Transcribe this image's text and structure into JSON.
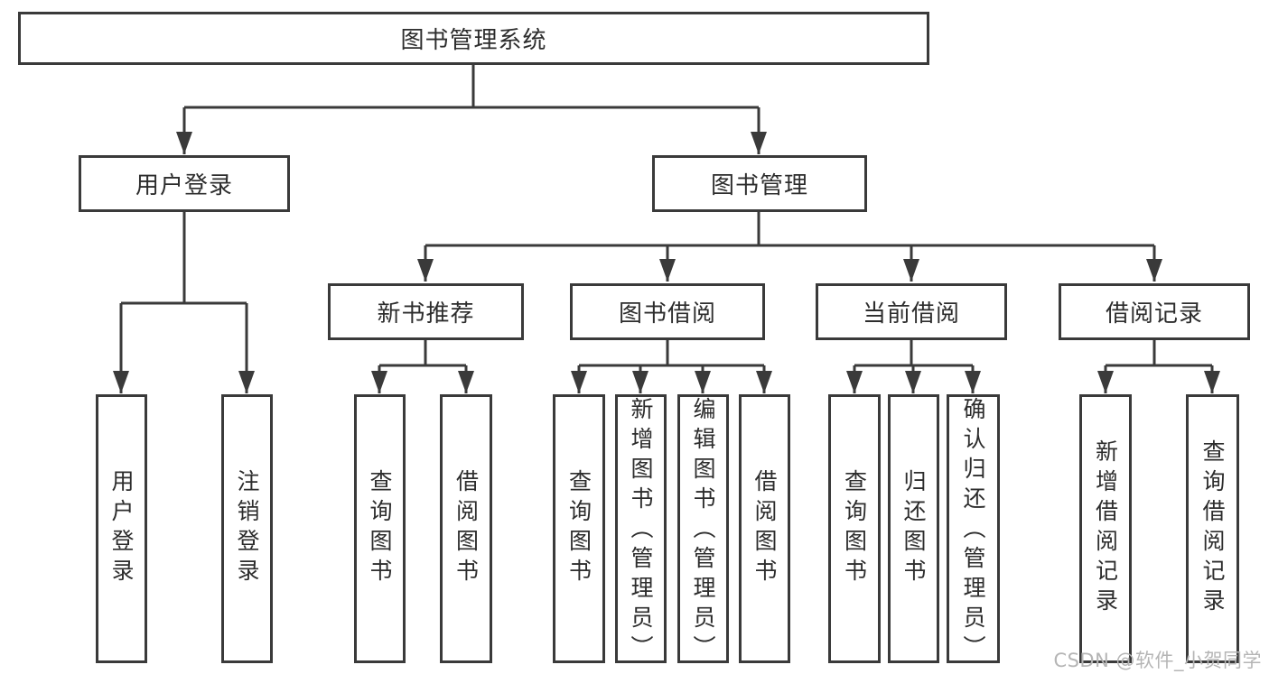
{
  "diagram": {
    "root": {
      "label": "图书管理系统"
    },
    "branches": [
      {
        "label": "用户登录",
        "leaves": [
          {
            "label": "用户登录"
          },
          {
            "label": "注销登录"
          }
        ]
      },
      {
        "label": "图书管理",
        "groups": [
          {
            "label": "新书推荐",
            "leaves": [
              {
                "label": "查询图书"
              },
              {
                "label": "借阅图书"
              }
            ]
          },
          {
            "label": "图书借阅",
            "leaves": [
              {
                "label": "查询图书"
              },
              {
                "label": "新增图书（管理员）"
              },
              {
                "label": "编辑图书（管理员）"
              },
              {
                "label": "借阅图书"
              }
            ]
          },
          {
            "label": "当前借阅",
            "leaves": [
              {
                "label": "查询图书"
              },
              {
                "label": "归还图书"
              },
              {
                "label": "确认归还（管理员）"
              }
            ]
          },
          {
            "label": "借阅记录",
            "leaves": [
              {
                "label": "新增借阅记录"
              },
              {
                "label": "查询借阅记录"
              }
            ]
          }
        ]
      }
    ],
    "colors": {
      "line": "#3a3a3a",
      "box_border": "#3a3a3a",
      "text": "#2d2d2d",
      "background": "#ffffff",
      "watermark": "#b5b5b5"
    }
  },
  "watermark": {
    "text": "CSDN @软件_小贺同学"
  }
}
